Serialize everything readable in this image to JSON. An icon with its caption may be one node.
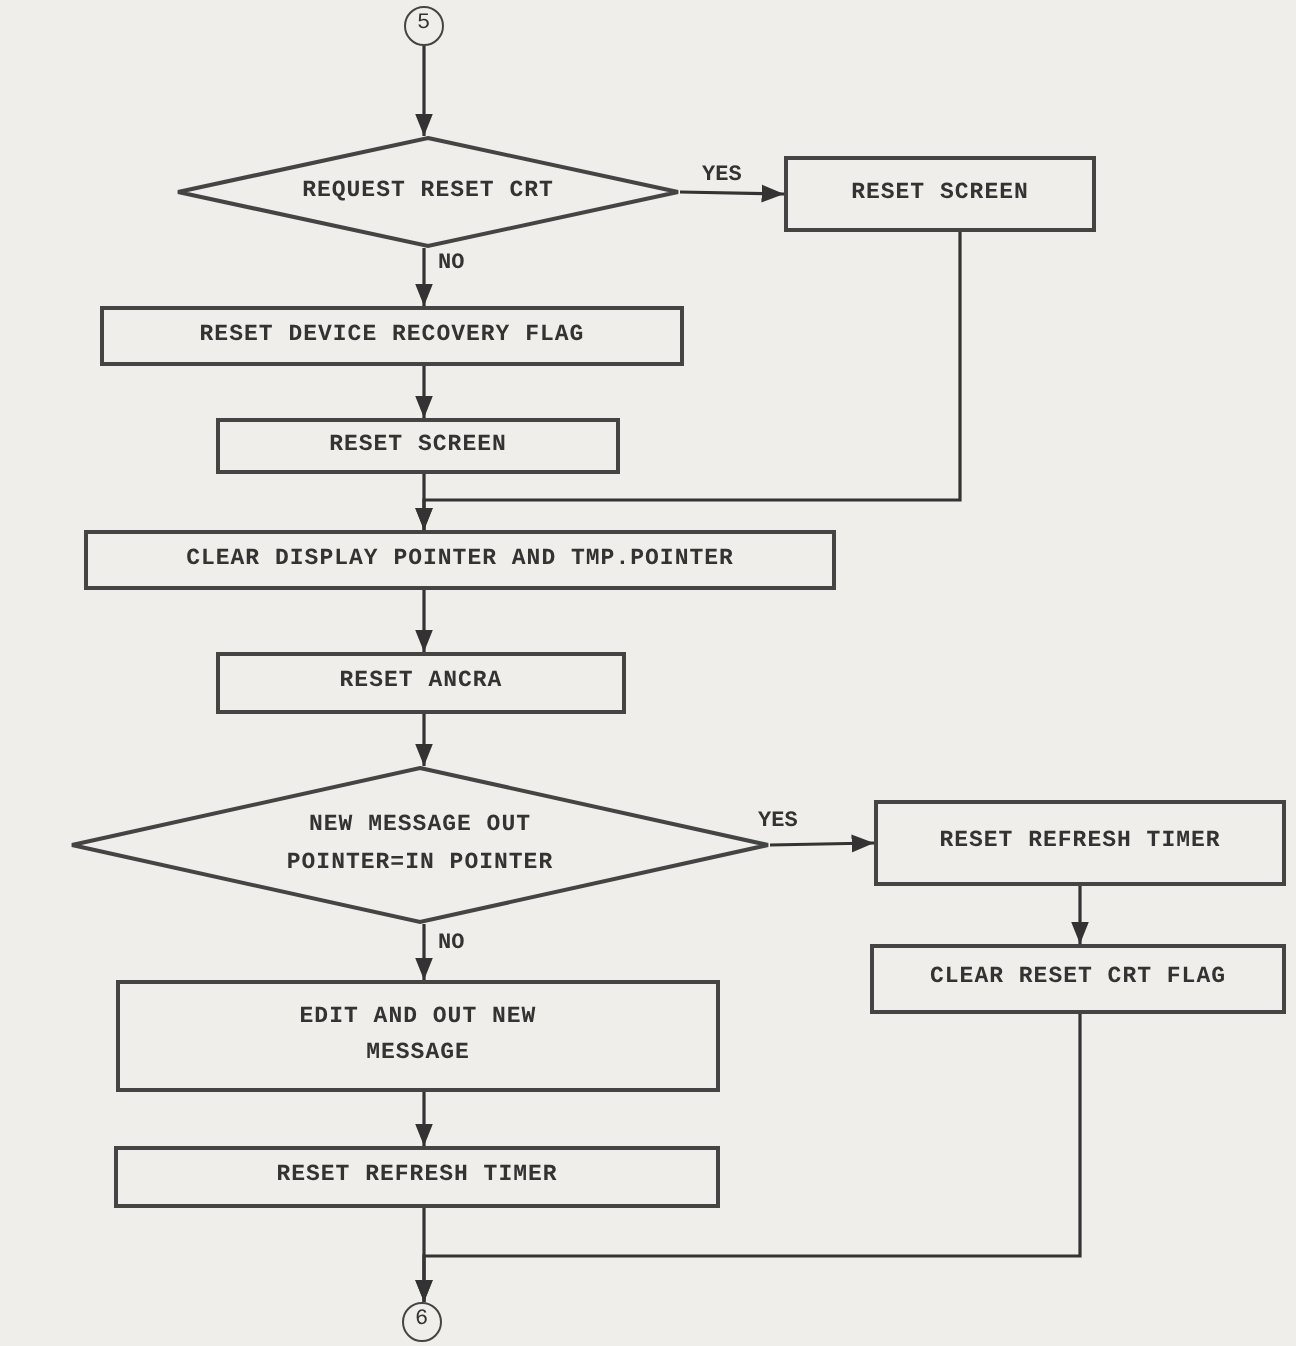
{
  "diagram": {
    "nodes": [
      {
        "text": [
          "5"
        ]
      },
      {
        "text": [
          "REQUEST RESET CRT"
        ]
      },
      {
        "text": [
          "RESET SCREEN"
        ]
      },
      {
        "text": [
          "RESET DEVICE RECOVERY FLAG"
        ]
      },
      {
        "text": [
          "RESET SCREEN"
        ]
      },
      {
        "text": [
          "CLEAR DISPLAY POINTER AND TMP.POINTER"
        ]
      },
      {
        "text": [
          "RESET ANCRA"
        ]
      },
      {
        "text": [
          "NEW MESSAGE OUT POINTER=IN POINTER"
        ]
      },
      {
        "text": [
          "RESET REFRESH TIMER"
        ]
      },
      {
        "text": [
          "CLEAR RESET CRT FLAG"
        ]
      },
      {
        "text": [
          "EDIT AND OUT NEW MESSAGE"
        ]
      },
      {
        "text": [
          "RESET REFRESH TIMER"
        ]
      },
      {
        "text": [
          "6"
        ]
      }
    ],
    "edges": [
      {
        "from": 0,
        "to": 1,
        "arrow": "to"
      },
      {
        "from": 1,
        "to": 2,
        "arrow": "to",
        "label": "YES"
      },
      {
        "from": 1,
        "to": 3,
        "arrow": "to",
        "label": "NO"
      },
      {
        "from": 3,
        "to": 4,
        "arrow": "to"
      },
      {
        "from": 4,
        "to": 5,
        "arrow": "to"
      },
      {
        "from": 2,
        "to": 5,
        "arrow": "to"
      },
      {
        "from": 5,
        "to": 6,
        "arrow": "to"
      },
      {
        "from": 6,
        "to": 7,
        "arrow": "to"
      },
      {
        "from": 7,
        "to": 8,
        "arrow": "to",
        "label": "YES"
      },
      {
        "from": 7,
        "to": 10,
        "arrow": "to",
        "label": "NO"
      },
      {
        "from": 8,
        "to": 9,
        "arrow": "to"
      },
      {
        "from": 10,
        "to": 11,
        "arrow": "to"
      },
      {
        "from": 11,
        "to": 12,
        "arrow": "to"
      },
      {
        "from": 9,
        "to": 12,
        "arrow": "to"
      }
    ]
  }
}
